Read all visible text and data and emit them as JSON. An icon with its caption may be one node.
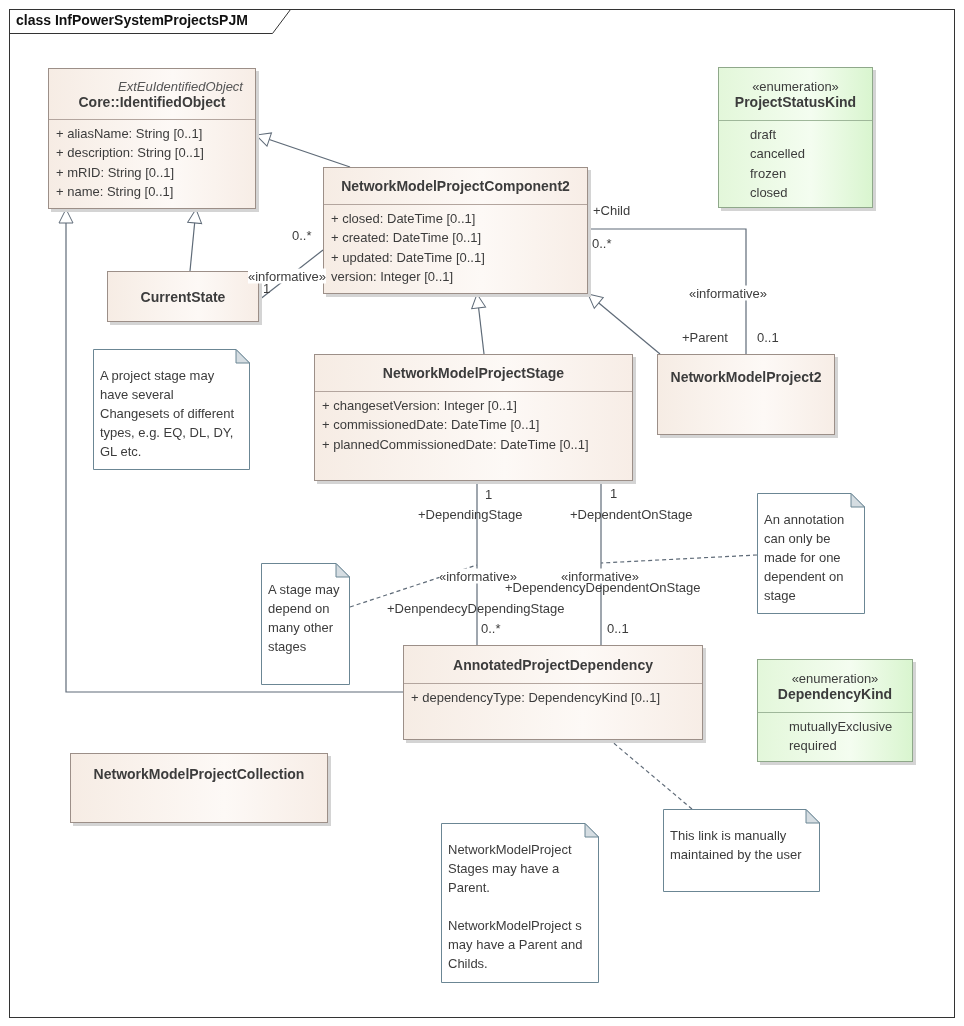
{
  "diagram": {
    "title": "class InfPowerSystemProjectsPJM",
    "nodes": [
      {
        "text": [
          "ExtEuIdentifiedObject",
          "Core::IdentifiedObject",
          "+ aliasName: String [0..1]",
          "+ description: String [0..1]",
          "+ mRID: String [0..1]",
          "+ name: String [0..1]"
        ]
      },
      {
        "text": [
          "«enumeration»",
          "ProjectStatusKind",
          "draft",
          "cancelled",
          "frozen",
          "closed"
        ]
      },
      {
        "text": [
          "NetworkModelProjectComponent2",
          "+ closed: DateTime [0..1]",
          "+ created: DateTime [0..1]",
          "+ updated: DateTime [0..1]",
          "version: Integer [0..1]"
        ]
      },
      {
        "text": [
          "CurrentState"
        ]
      },
      {
        "text": [
          "A project stage may have several Changesets of different types, e.g. EQ, DL, DY, GL etc."
        ]
      },
      {
        "text": [
          "NetworkModelProjectStage",
          "+ changesetVersion: Integer [0..1]",
          "+ commissionedDate: DateTime [0..1]",
          "+ plannedCommissionedDate: DateTime [0..1]"
        ]
      },
      {
        "text": [
          "NetworkModelProject2"
        ]
      },
      {
        "text": [
          "An annotation can only be made for one dependent on stage"
        ]
      },
      {
        "text": [
          "A stage may depend on many other stages"
        ]
      },
      {
        "text": [
          "AnnotatedProjectDependency",
          "+ dependencyType: DependencyKind [0..1]"
        ]
      },
      {
        "text": [
          "«enumeration»",
          "DependencyKind",
          "mutuallyExclusive",
          "required"
        ]
      },
      {
        "text": [
          "NetworkModelProjectCollection"
        ]
      },
      {
        "text": [
          "This link is manually maintained by the user"
        ]
      },
      {
        "text": [
          "NetworkModelProject Stages may have a Parent.",
          "NetworkModelProject s may have a Parent and Childs."
        ]
      }
    ],
    "edges": [
      {
        "from": 2,
        "to": 0,
        "arrow": "to"
      },
      {
        "from": 3,
        "to": 0,
        "arrow": "to"
      },
      {
        "from": 9,
        "to": 0,
        "arrow": "to"
      },
      {
        "from": 5,
        "to": 2,
        "arrow": "to"
      },
      {
        "from": 6,
        "to": 2,
        "arrow": "to"
      },
      {
        "from": 3,
        "to": 2,
        "arrow": "none",
        "label": "«informative»"
      },
      {
        "from": 2,
        "to": 6,
        "arrow": "none",
        "label": "«informative»"
      },
      {
        "from": 5,
        "to": 9,
        "arrow": "none",
        "label": "«informative»"
      },
      {
        "from": 5,
        "to": 9,
        "arrow": "none",
        "label": "«informative»"
      },
      {
        "from": 8,
        "to": null,
        "arrow": "none",
        "style": "dashed"
      },
      {
        "from": 7,
        "to": null,
        "arrow": "none",
        "style": "dashed"
      },
      {
        "from": 12,
        "to": 9,
        "arrow": "none",
        "style": "dashed"
      }
    ],
    "labels": [
      "+Child",
      "0..*",
      "0..*",
      "1",
      "+Parent",
      "0..1",
      "1",
      "1",
      "+DependingStage",
      "+DependentOnStage",
      "+DependencyDependentOnStage",
      "+DenpendecyDependingStage",
      "0..*",
      "0..1"
    ]
  }
}
